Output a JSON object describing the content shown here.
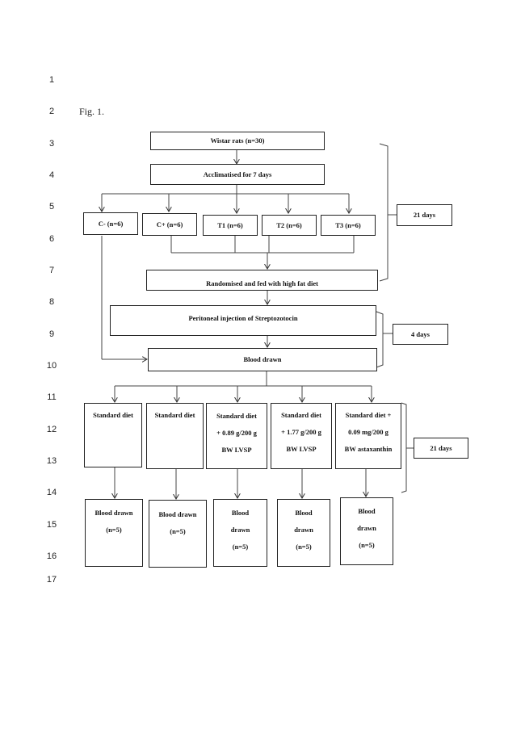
{
  "line_numbers": [
    "1",
    "2",
    "3",
    "4",
    "5",
    "6",
    "7",
    "8",
    "9",
    "10",
    "11",
    "12",
    "13",
    "14",
    "15",
    "16",
    "17"
  ],
  "figure_label": "Fig. 1.",
  "flow": {
    "wistar": "Wistar rats (n=30)",
    "acclimatised": "Acclimatised for 7 days",
    "groups": [
      "C- (n=6)",
      "C+ (n=6)",
      "T1 (n=6)",
      "T2 (n=6)",
      "T3 (n=6)"
    ],
    "randomised": "Randomised and fed with high fat diet",
    "injection": "Peritoneal injection of Streptozotocin",
    "blood_drawn": "Blood drawn",
    "diets": [
      [
        "Standard diet"
      ],
      [
        "Standard diet"
      ],
      [
        "Standard diet",
        "+ 0.89 g/200 g",
        "BW LVSP"
      ],
      [
        "Standard diet",
        "+ 1.77 g/200 g",
        "BW LVSP"
      ],
      [
        "Standard diet +",
        "0.09 mg/200 g",
        "BW astaxanthin"
      ]
    ],
    "final_blood": [
      [
        "Blood drawn",
        "(n=5)"
      ],
      [
        "Blood drawn",
        "(n=5)"
      ],
      [
        "Blood",
        "drawn",
        "(n=5)"
      ],
      [
        "Blood",
        "drawn",
        "(n=5)"
      ],
      [
        "Blood",
        "drawn",
        "(n=5)"
      ]
    ],
    "durations": [
      "21 days",
      "4 days",
      "21 days"
    ]
  }
}
